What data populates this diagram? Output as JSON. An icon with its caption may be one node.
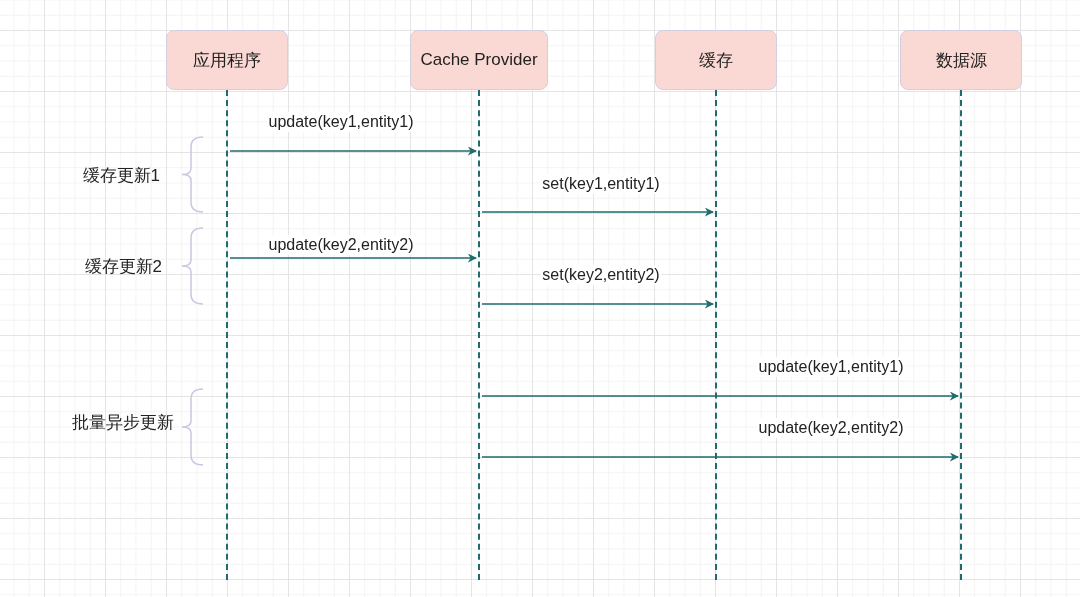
{
  "diagram": {
    "nodes": [
      {
        "text": [
          "应用程序"
        ]
      },
      {
        "text": [
          "Cache Provider"
        ]
      },
      {
        "text": [
          "缓存"
        ]
      },
      {
        "text": [
          "数据源"
        ]
      },
      {
        "text": [],
        "shape": "bar"
      },
      {
        "text": [],
        "shape": "bar"
      },
      {
        "text": [],
        "shape": "bar"
      },
      {
        "text": [],
        "shape": "bar"
      }
    ],
    "edges": [
      {
        "from": 4,
        "to": 5,
        "arrow": "to",
        "label": "update(key1,entity1)"
      },
      {
        "from": 5,
        "to": 6,
        "arrow": "to",
        "label": "set(key1,entity1)"
      },
      {
        "from": 4,
        "to": 5,
        "arrow": "to",
        "label": "update(key2,entity2)"
      },
      {
        "from": 5,
        "to": 6,
        "arrow": "to",
        "label": "set(key2,entity2)"
      },
      {
        "from": 5,
        "to": 7,
        "arrow": "to",
        "label": "update(key1,entity1)"
      },
      {
        "from": 5,
        "to": 7,
        "arrow": "to",
        "label": "update(key2,entity2)"
      }
    ],
    "labels": [
      "缓存更新1",
      "缓存更新2",
      "批量异步更新"
    ]
  }
}
